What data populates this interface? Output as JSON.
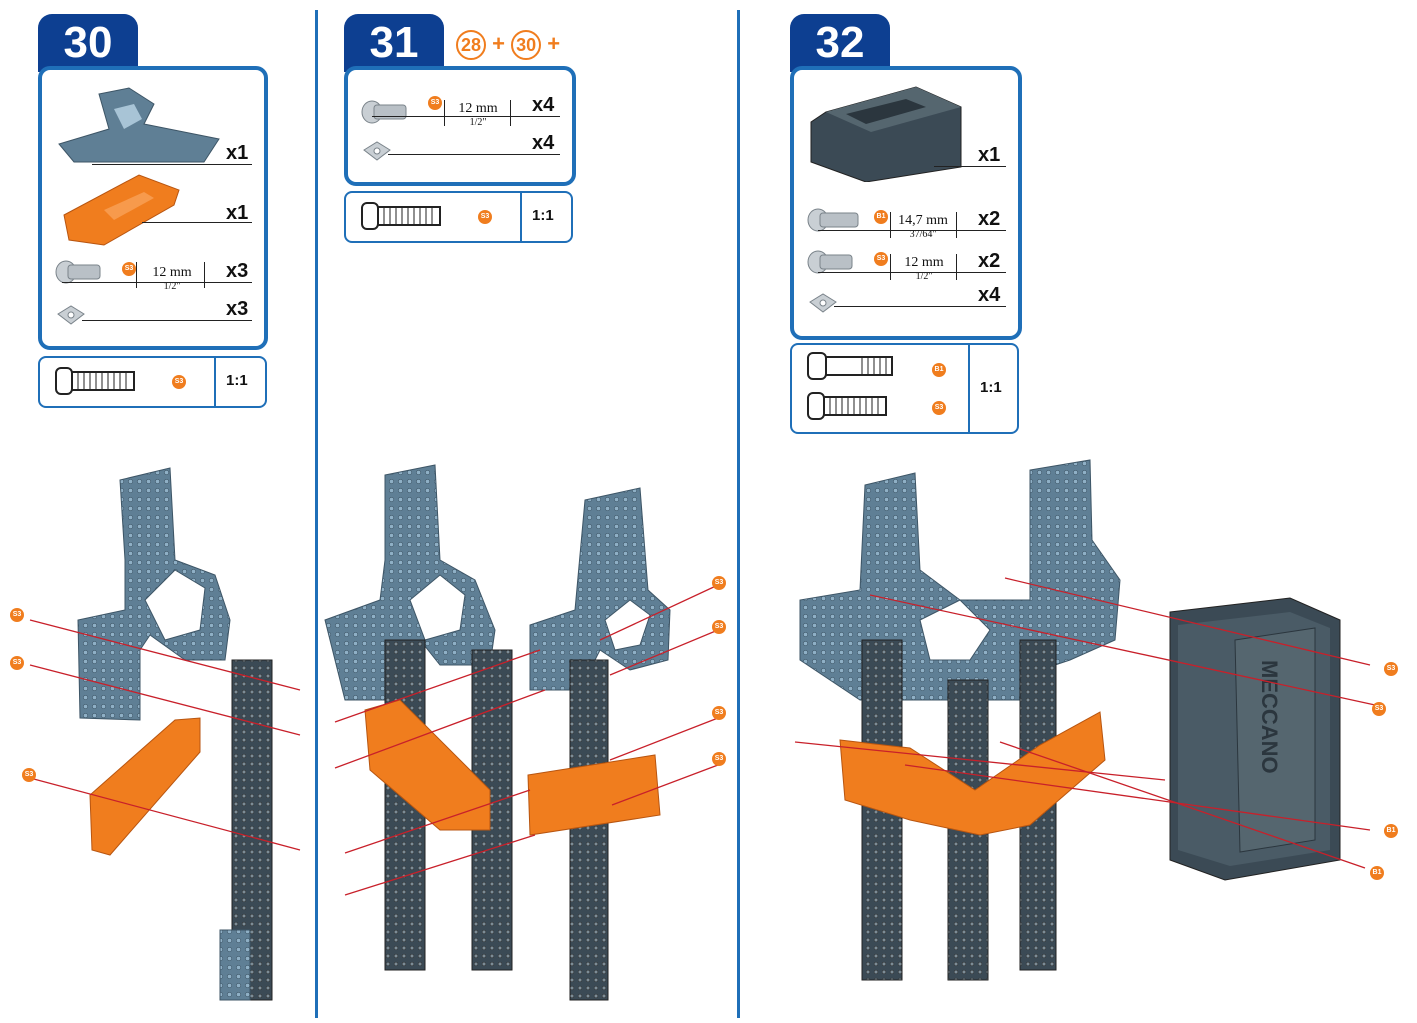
{
  "steps": [
    {
      "number": "30",
      "parts": [
        {
          "qty": "x1",
          "icon": "gray-bracket-plate"
        },
        {
          "qty": "x1",
          "icon": "orange-flat-plate"
        },
        {
          "qty": "x3",
          "icon": "screw",
          "code": "S3",
          "length": "12 mm",
          "length_inch": "1/2\""
        },
        {
          "qty": "x3",
          "icon": "square-nut"
        }
      ],
      "scale": {
        "code": "S3",
        "ratio": "1:1"
      }
    },
    {
      "number": "31",
      "prereq": [
        "28",
        "+",
        "30",
        "+"
      ],
      "parts": [
        {
          "qty": "x4",
          "icon": "screw",
          "code": "S3",
          "length": "12 mm",
          "length_inch": "1/2\""
        },
        {
          "qty": "x4",
          "icon": "square-nut"
        }
      ],
      "scale": {
        "code": "S3",
        "ratio": "1:1"
      }
    },
    {
      "number": "32",
      "parts": [
        {
          "qty": "x1",
          "icon": "servo-motor"
        },
        {
          "qty": "x2",
          "icon": "screw",
          "code": "B1",
          "length": "14,7 mm",
          "length_inch": "37/64\""
        },
        {
          "qty": "x2",
          "icon": "screw",
          "code": "S3",
          "length": "12 mm",
          "length_inch": "1/2\""
        },
        {
          "qty": "x4",
          "icon": "square-nut"
        }
      ],
      "scale": {
        "codes": [
          "B1",
          "S3"
        ],
        "ratio": "1:1"
      }
    }
  ],
  "callouts": {
    "s3": "S3",
    "b1": "B1"
  },
  "motor_logo": "MECCANO",
  "colors": {
    "blue_frame": "#1f6fb8",
    "tab_navy": "#0d3f91",
    "orange": "#f07d1e",
    "part_gray": "#5f7f95",
    "dark_gray": "#3b4a55",
    "red_line": "#c8202a"
  }
}
